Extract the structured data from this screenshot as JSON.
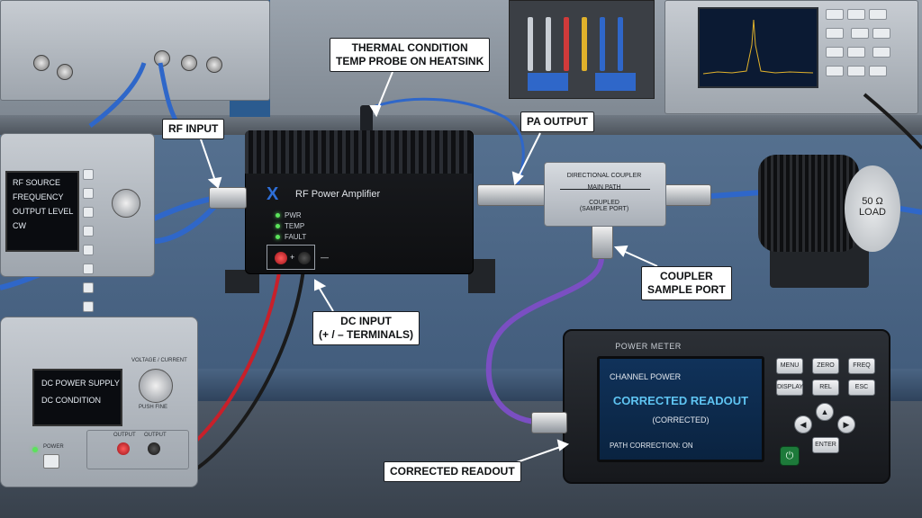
{
  "callouts": {
    "thermal": {
      "line1": "THERMAL CONDITION",
      "line2": "TEMP PROBE ON HEATSINK"
    },
    "rf_input": "RF INPUT",
    "pa_output": "PA OUTPUT",
    "coupler_sample": {
      "line1": "COUPLER",
      "line2": "SAMPLE PORT"
    },
    "dc_input": {
      "line1": "DC INPUT",
      "line2": "(+ / – TERMINALS)"
    },
    "corrected_readout": "CORRECTED READOUT"
  },
  "rf_source": {
    "lines": [
      "RF SOURCE",
      "FREQUENCY",
      "OUTPUT LEVEL",
      "CW"
    ]
  },
  "amplifier": {
    "logo": "X",
    "name": "RF Power Amplifier",
    "leds": [
      "PWR",
      "TEMP",
      "FAULT"
    ],
    "terminal_plus": "+",
    "terminal_minus": "—"
  },
  "coupler": {
    "title": "DIRECTIONAL COUPLER",
    "main_path": "MAIN PATH",
    "coupled": "COUPLED",
    "sample_port": "(SAMPLE PORT)"
  },
  "load": {
    "line1": "50 Ω",
    "line2": "LOAD"
  },
  "dc_supply": {
    "lines": [
      "DC POWER SUPPLY",
      "DC CONDITION"
    ],
    "knob_label": "VOLTAGE / CURRENT",
    "push_label": "PUSH FINE",
    "power_label": "POWER",
    "output_left": "OUTPUT",
    "output_right": "OUTPUT"
  },
  "power_meter": {
    "title": "POWER METER",
    "channel": "CHANNEL POWER",
    "readout": "CORRECTED READOUT",
    "sub": "(CORRECTED)",
    "correction": "PATH CORRECTION: ON",
    "keys": [
      "MENU",
      "ZERO",
      "FREQ",
      "DISPLAY",
      "REL",
      "ESC"
    ],
    "enter": "ENTER",
    "power_icon": "⏻"
  },
  "colors": {
    "rf_cable": "#2f67c9",
    "sample_cable": "#7a4fc2",
    "dc_red": "#c8202a",
    "dc_black": "#1a1a1a",
    "led_green": "#5be35b",
    "readout_cyan": "#5fc4f2"
  }
}
